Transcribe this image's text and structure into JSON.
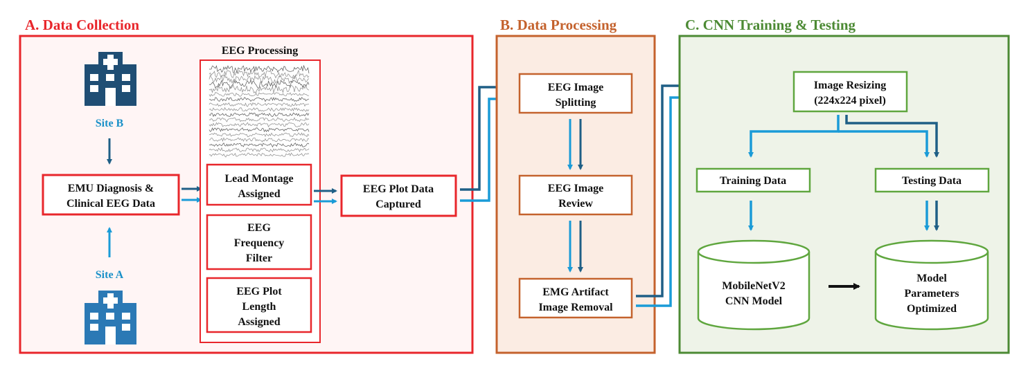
{
  "colors": {
    "red": "#e8262b",
    "orange": "#c4622d",
    "green": "#4c8a34",
    "dark_blue": "#1f5f86",
    "light_blue": "#1a9bd7",
    "navy_icon": "#1f4e74",
    "blue_icon": "#2b79b5"
  },
  "sections": {
    "a": {
      "title": "A. Data Collection"
    },
    "b": {
      "title": "B. Data Processing"
    },
    "c": {
      "title": "C. CNN Training & Testing"
    }
  },
  "eeg_processing": {
    "title": "EEG Processing",
    "lead_montage": [
      "Lead Montage",
      "Assigned"
    ],
    "frequency_filter": [
      "EEG",
      "Frequency",
      "Filter"
    ],
    "plot_length": [
      "EEG Plot",
      "Length",
      "Assigned"
    ]
  },
  "sites": {
    "b": "Site B",
    "a": "Site A"
  },
  "emu": [
    "EMU Diagnosis &",
    "Clinical EEG Data"
  ],
  "plot_data": [
    "EEG Plot Data",
    "Captured"
  ],
  "processing": {
    "splitting": [
      "EEG Image",
      "Splitting"
    ],
    "review": [
      "EEG Image",
      "Review"
    ],
    "emg": [
      "EMG Artifact",
      "Image Removal"
    ]
  },
  "cnn": {
    "resizing": [
      "Image Resizing",
      "(224x224 pixel)"
    ],
    "training": "Training Data",
    "testing": "Testing Data",
    "model": [
      "MobileNetV2",
      "CNN Model"
    ],
    "params": [
      "Model",
      "Parameters",
      "Optimized"
    ]
  },
  "icons": [
    "hospital-icon-site-b",
    "hospital-icon-site-a"
  ]
}
